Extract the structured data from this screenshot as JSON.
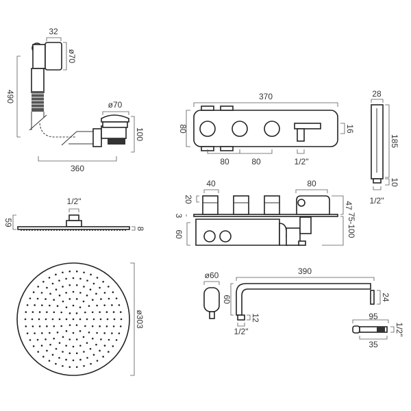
{
  "bath_waste": {
    "width": "32",
    "overflow_diameter": "ø70",
    "height": "490",
    "plug_diameter": "ø70",
    "plug_height": "100",
    "length": "360"
  },
  "control_plate": {
    "width": "370",
    "height": "80",
    "spout_projection": "16",
    "spacing_1": "80",
    "spacing_2": "80",
    "connection": "1/2\""
  },
  "handset": {
    "width": "28",
    "length": "185",
    "connector": "10",
    "connection": "1/2\""
  },
  "valve": {
    "handle_width": "40",
    "holder_width": "80",
    "handle_depth": "20",
    "plate_thickness": "3",
    "body_depth": "60",
    "front_depth": "47",
    "wall_depth": "75-100"
  },
  "shower_head": {
    "connection": "1/2\"",
    "height": "59",
    "thickness": "8",
    "diameter": "ø303"
  },
  "shower_arm": {
    "flange_diameter": "ø60",
    "length": "390",
    "drop": "60",
    "thread": "12",
    "connection": "1/2\"",
    "end_height": "24"
  },
  "wall_outlet": {
    "length": "95",
    "connection": "1/2\"",
    "depth": "35"
  }
}
